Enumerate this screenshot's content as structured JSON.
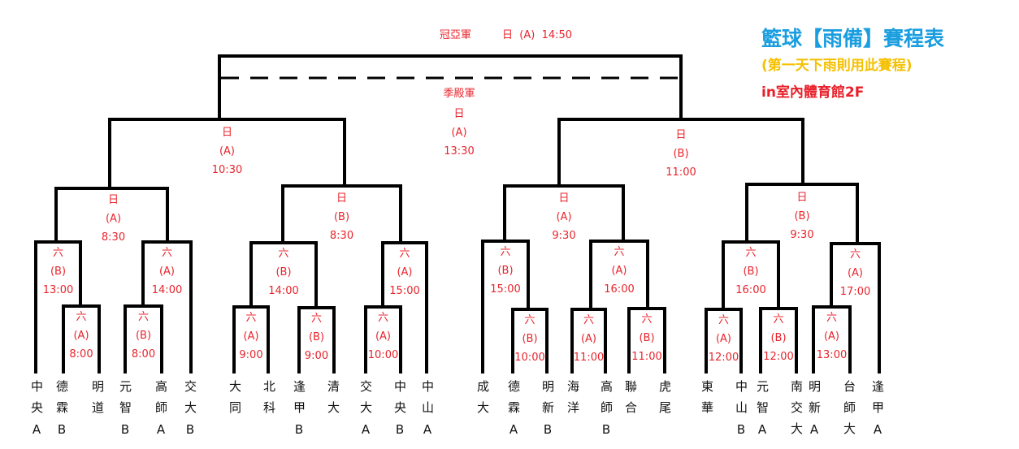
{
  "header": {
    "title": "籃球【雨備】賽程表",
    "subtitle": "(第一天下雨則用此賽程)",
    "venue": "in室內體育館2F"
  },
  "colors": {
    "label": "#e8242c",
    "title": "#1a9ee0",
    "subtitle": "#f5c000",
    "venue": "#e8202a",
    "line": "#000000"
  },
  "final": {
    "name": "冠亞軍",
    "info": "日  (A)  14:50"
  },
  "third_place": {
    "name": "季殿軍",
    "day": "日",
    "court": "(A)",
    "time": "13:30"
  },
  "matches": {
    "SL": {
      "day": "日",
      "court": "(A)",
      "time": "10:30"
    },
    "SR": {
      "day": "日",
      "court": "(B)",
      "time": "11:00"
    },
    "QF1": {
      "day": "日",
      "court": "(A)",
      "time": "8:30"
    },
    "QF2": {
      "day": "日",
      "court": "(B)",
      "time": "8:30"
    },
    "QF3": {
      "day": "日",
      "court": "(A)",
      "time": "9:30"
    },
    "QF4": {
      "day": "日",
      "court": "(B)",
      "time": "9:30"
    },
    "A": {
      "day": "六",
      "court": "(B)",
      "time": "13:00"
    },
    "A2": {
      "day": "六",
      "court": "(A)",
      "time": "8:00"
    },
    "B": {
      "day": "六",
      "court": "(A)",
      "time": "14:00"
    },
    "B2": {
      "day": "六",
      "court": "(B)",
      "time": "8:00"
    },
    "C": {
      "day": "六",
      "court": "(B)",
      "time": "14:00"
    },
    "C1": {
      "day": "六",
      "court": "(A)",
      "time": "9:00"
    },
    "C2": {
      "day": "六",
      "court": "(B)",
      "time": "9:00"
    },
    "D": {
      "day": "六",
      "court": "(A)",
      "time": "15:00"
    },
    "D1": {
      "day": "六",
      "court": "(A)",
      "time": "10:00"
    },
    "E": {
      "day": "六",
      "court": "(B)",
      "time": "15:00"
    },
    "E1": {
      "day": "六",
      "court": "(B)",
      "time": "10:00"
    },
    "F": {
      "day": "六",
      "court": "(A)",
      "time": "16:00"
    },
    "F1": {
      "day": "六",
      "court": "(A)",
      "time": "11:00"
    },
    "F2": {
      "day": "六",
      "court": "(B)",
      "time": "11:00"
    },
    "G": {
      "day": "六",
      "court": "(B)",
      "time": "16:00"
    },
    "G1": {
      "day": "六",
      "court": "(A)",
      "time": "12:00"
    },
    "G2": {
      "day": "六",
      "court": "(B)",
      "time": "12:00"
    },
    "H": {
      "day": "六",
      "court": "(A)",
      "time": "17:00"
    },
    "H1": {
      "day": "六",
      "court": "(A)",
      "time": "13:00"
    }
  },
  "teams": [
    "中央A",
    "德霖B",
    "明道",
    "元智B",
    "高師A",
    "交大B",
    "大同",
    "北科",
    "逢甲B",
    "清大",
    "交大A",
    "中央B",
    "中山A",
    "成大",
    "德霖A",
    "明新B",
    "海洋",
    "高師B",
    "聯合",
    "虎尾",
    "東華",
    "中山B",
    "元智A",
    "南交大",
    "明新A",
    "台師大",
    "逢甲A"
  ]
}
